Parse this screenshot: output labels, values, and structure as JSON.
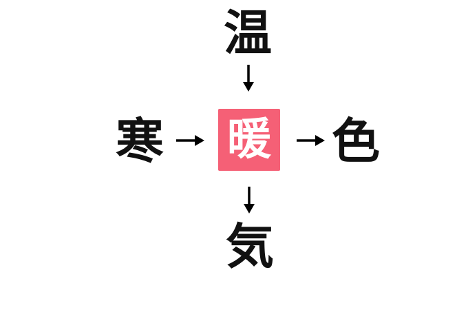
{
  "puzzle": {
    "top_char": "温",
    "left_char": "寒",
    "right_char": "色",
    "bottom_char": "気",
    "answer_char": "暖",
    "answer_box_color": "#F56076",
    "answer_text_color": "#FFFFFF",
    "char_color": "#111111",
    "arrow_color": "#000000",
    "background_color": "#FFFFFF",
    "arrows": [
      {
        "direction": "down",
        "from": "top_char",
        "to": "answer_char"
      },
      {
        "direction": "right",
        "from": "left_char",
        "to": "answer_char"
      },
      {
        "direction": "right",
        "from": "answer_char",
        "to": "right_char"
      },
      {
        "direction": "down",
        "from": "answer_char",
        "to": "bottom_char"
      }
    ]
  }
}
